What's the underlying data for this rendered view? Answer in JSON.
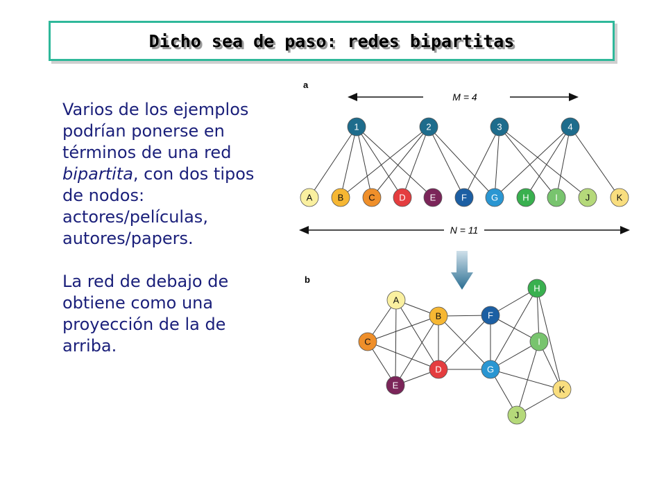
{
  "title": "Dicho sea de paso: redes bipartitas",
  "paragraph1": {
    "before": "Varios de los ejemplos podrían ponerse en términos de una red ",
    "emph": "bipartita",
    "after": ", con dos tipos de nodos: actores/películas, autores/papers."
  },
  "paragraph2": "La red de debajo de obtiene como una proyección de la de arriba.",
  "diagram": {
    "panel_a_label": "a",
    "panel_b_label": "b",
    "m_label": "M = 4",
    "n_label": "N = 11",
    "colors": {
      "A": "#faf0a0",
      "B": "#f6b733",
      "C": "#ef8f2a",
      "D": "#e43d3f",
      "E": "#7b2559",
      "F": "#1c5fa3",
      "G": "#2a96d2",
      "H": "#39b04f",
      "I": "#78c46e",
      "J": "#b5d97a",
      "K": "#f9de7f",
      "top": "#1e6c8c"
    },
    "top_nodes": [
      "1",
      "2",
      "3",
      "4"
    ],
    "bottom_nodes": [
      "A",
      "B",
      "C",
      "D",
      "E",
      "F",
      "G",
      "H",
      "I",
      "J",
      "K"
    ],
    "bipartite_edges": [
      [
        "1",
        "A"
      ],
      [
        "1",
        "B"
      ],
      [
        "1",
        "C"
      ],
      [
        "1",
        "D"
      ],
      [
        "1",
        "E"
      ],
      [
        "2",
        "B"
      ],
      [
        "2",
        "C"
      ],
      [
        "2",
        "D"
      ],
      [
        "2",
        "F"
      ],
      [
        "2",
        "G"
      ],
      [
        "3",
        "F"
      ],
      [
        "3",
        "G"
      ],
      [
        "3",
        "I"
      ],
      [
        "3",
        "J"
      ],
      [
        "4",
        "G"
      ],
      [
        "4",
        "H"
      ],
      [
        "4",
        "I"
      ],
      [
        "4",
        "K"
      ]
    ],
    "projection_edges": [
      [
        "A",
        "B"
      ],
      [
        "A",
        "C"
      ],
      [
        "A",
        "D"
      ],
      [
        "A",
        "E"
      ],
      [
        "B",
        "C"
      ],
      [
        "B",
        "D"
      ],
      [
        "B",
        "E"
      ],
      [
        "B",
        "F"
      ],
      [
        "B",
        "G"
      ],
      [
        "C",
        "D"
      ],
      [
        "C",
        "E"
      ],
      [
        "D",
        "E"
      ],
      [
        "D",
        "F"
      ],
      [
        "D",
        "G"
      ],
      [
        "F",
        "G"
      ],
      [
        "F",
        "H"
      ],
      [
        "F",
        "I"
      ],
      [
        "G",
        "H"
      ],
      [
        "G",
        "I"
      ],
      [
        "G",
        "J"
      ],
      [
        "G",
        "K"
      ],
      [
        "H",
        "I"
      ],
      [
        "H",
        "K"
      ],
      [
        "I",
        "J"
      ],
      [
        "I",
        "K"
      ],
      [
        "J",
        "K"
      ]
    ]
  }
}
